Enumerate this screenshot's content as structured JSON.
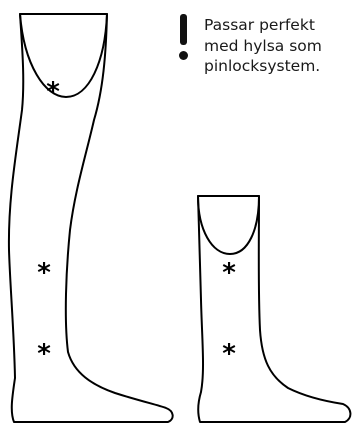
{
  "note": {
    "lines": [
      "Passar perfekt",
      "med hylsa som",
      "pinlocksystem."
    ],
    "icon": "exclamation-icon"
  },
  "marks": {
    "symbol": "*"
  },
  "colors": {
    "line": "#000000",
    "text": "#1a1a1a",
    "background": "#ffffff"
  }
}
